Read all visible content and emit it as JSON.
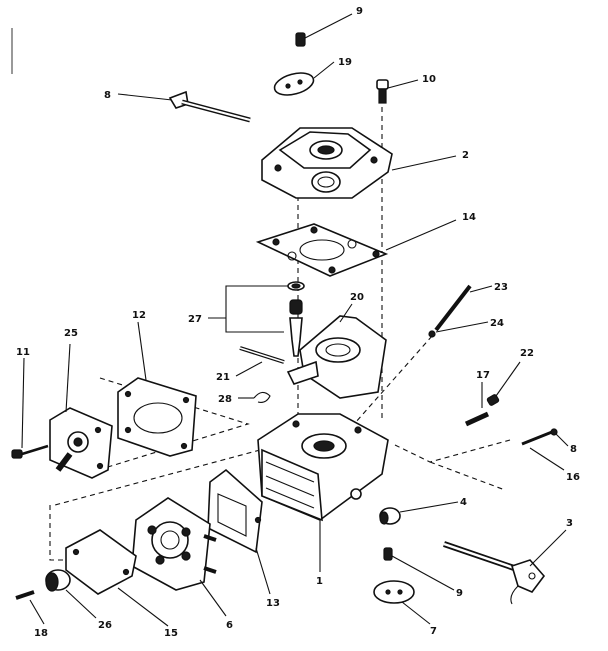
{
  "diagram": {
    "callouts": {
      "c1": "1",
      "c2": "2",
      "c3": "3",
      "c4": "4",
      "c6": "6",
      "c7": "7",
      "c8a": "8",
      "c8b": "8",
      "c9a": "9",
      "c9b": "9",
      "c10": "10",
      "c11": "11",
      "c12": "12",
      "c13": "13",
      "c14": "14",
      "c15": "15",
      "c16": "16",
      "c17": "17",
      "c18": "18",
      "c19": "19",
      "c20": "20",
      "c21": "21",
      "c22": "22",
      "c23": "23",
      "c24": "24",
      "c25": "25",
      "c26": "26",
      "c27": "27",
      "c28": "28"
    }
  }
}
